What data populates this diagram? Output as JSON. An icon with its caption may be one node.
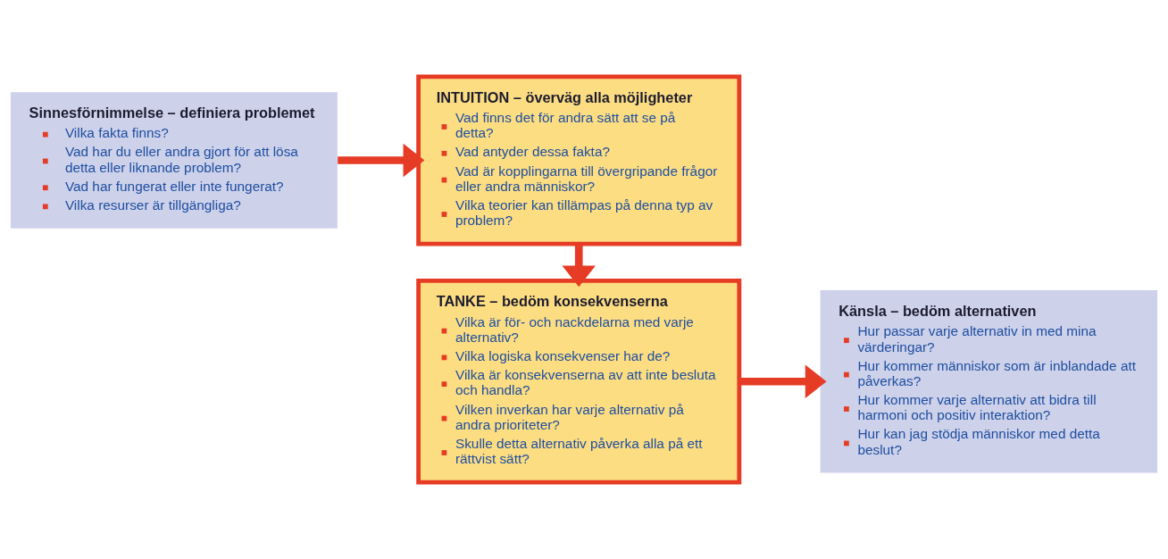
{
  "diagram": {
    "nodes": [
      {
        "text": [
          "Sinnesförnimmelse – definiera problemet",
          "Vilka fakta finns?",
          "Vad har du eller andra gjort för att lösa detta eller liknande problem?",
          "Vad har fungerat eller inte fungerat?",
          "Vilka resurser är tillgängliga?"
        ]
      },
      {
        "text": [
          "INTUITION – överväg alla möjligheter",
          "Vad finns det för andra sätt att se på detta?",
          "Vad antyder dessa fakta?",
          "Vad är kopplingarna till övergripande frågor eller andra människor?",
          "Vilka teorier kan tillämpas på denna typ av problem?"
        ]
      },
      {
        "text": [
          "TANKE – bedöm konsekvenserna",
          "Vilka är för- och nackdelarna med varje alternativ?",
          "Vilka logiska konsekvenser har de?",
          "Vilka är konsekvenserna av att inte besluta och handla?",
          "Vilken inverkan har varje alternativ på andra prioriteter?",
          "Skulle detta alternativ påverka alla på ett rättvist sätt?"
        ]
      },
      {
        "text": [
          "Känsla – bedöm alternativen",
          "Hur passar varje alternativ in med mina värderingar?",
          "Hur kommer människor som är inblandade att påverkas?",
          "Hur kommer varje alternativ att bidra till harmoni och positiv interaktion?",
          "Hur kan jag stödja människor med detta beslut?"
        ]
      }
    ],
    "edges": [
      {
        "from": 0,
        "to": 1,
        "arrow": "to"
      },
      {
        "from": 1,
        "to": 2,
        "arrow": "to"
      },
      {
        "from": 2,
        "to": 3,
        "arrow": "to"
      }
    ]
  }
}
